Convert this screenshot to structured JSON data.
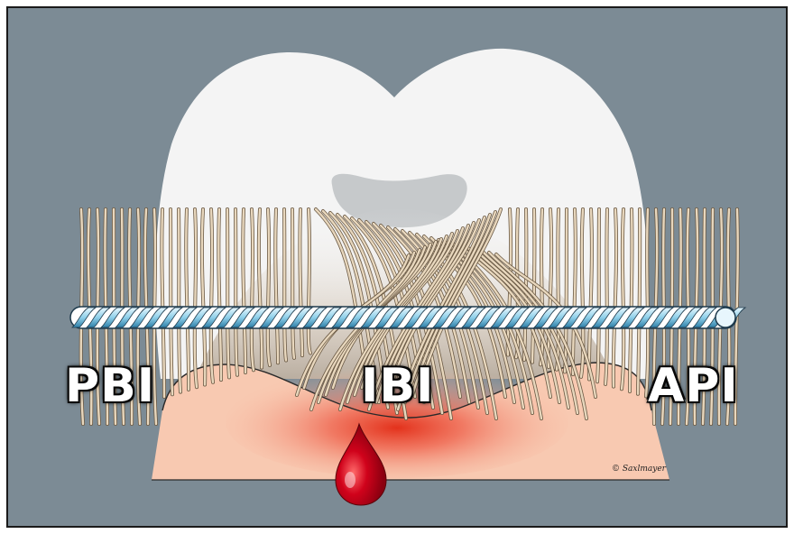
{
  "labels": {
    "left": "PBI",
    "center": "IBI",
    "right": "API"
  },
  "credit": "© Saxlmayer",
  "colors": {
    "background": "#7c8b95",
    "frame": "#1a1a1a",
    "tooth": "#f4f4f4",
    "pulp": "#c6c9cb",
    "gingiva": "#f8c9b1",
    "inflammation": "#e8402a",
    "fibers": "#e8d7bd",
    "floss": "#8fd0ea",
    "blood": "#d0021b"
  },
  "icons": {
    "floss": "twisted-floss-rope",
    "blood": "blood-drop-icon"
  }
}
